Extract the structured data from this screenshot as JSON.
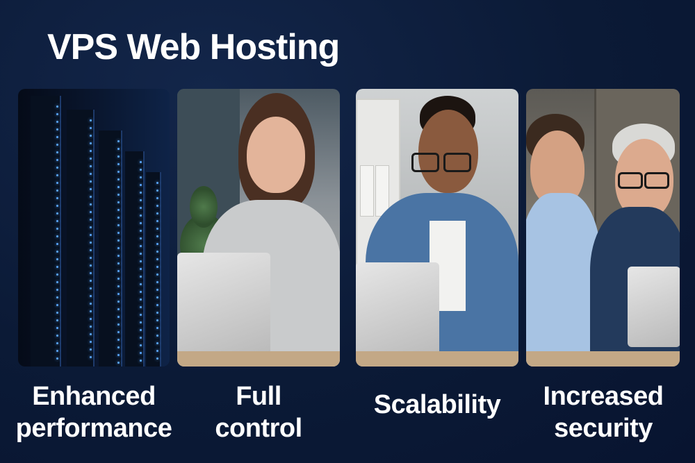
{
  "title": "VPS Web Hosting",
  "features": [
    {
      "line1": "Enhanced",
      "line2": "performance",
      "image": "server-racks"
    },
    {
      "line1": "Full",
      "line2": "control",
      "image": "woman-laptop"
    },
    {
      "line1": "Scalability",
      "line2": "",
      "image": "man-laptop"
    },
    {
      "line1": "Increased",
      "line2": "security",
      "image": "two-men-laptop"
    }
  ],
  "colors": {
    "background": "#0b1a36",
    "text": "#ffffff",
    "accent": "#5aa8ff"
  }
}
